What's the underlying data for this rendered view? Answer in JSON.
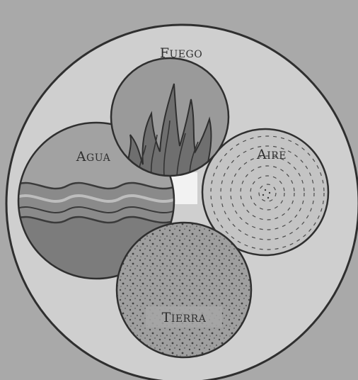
{
  "elements": {
    "fire": {
      "label": "Fuego"
    },
    "water": {
      "label": "Agua"
    },
    "air": {
      "label": "Aire"
    },
    "earth": {
      "label": "Tierra"
    }
  },
  "colors": {
    "paper": "#a9a9a9",
    "outer_disc": "#cfcfcf",
    "fire_fill": "#9a9a9a",
    "water_fill": "#a2a2a2",
    "air_fill": "#c4c4c4",
    "earth_fill": "#9f9f9f",
    "ink": "#2f2f2f",
    "center_gap": "#f2f2f2"
  }
}
